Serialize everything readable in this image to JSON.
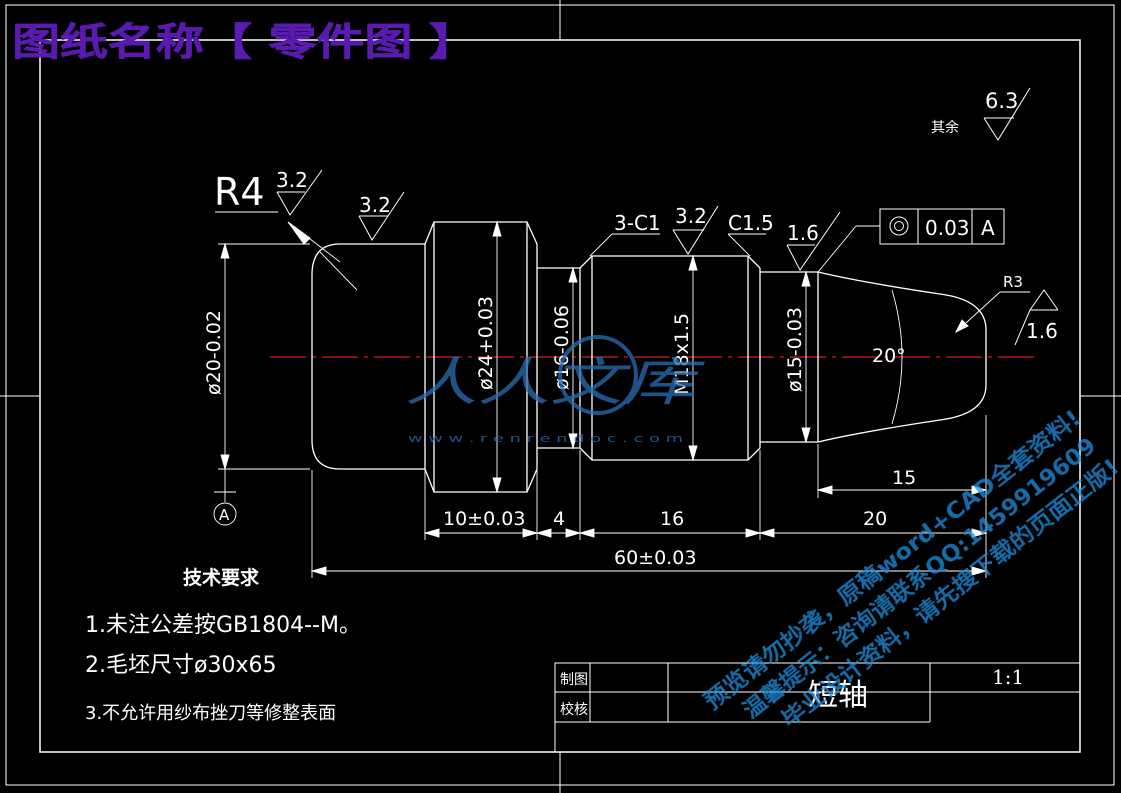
{
  "drawing_title": "图纸名称【 零件图 】",
  "roughness": {
    "other": "其余",
    "other_value": "6.3",
    "r4_surface": "3.2",
    "shoulder": "3.2",
    "thread": "3.2",
    "face": "1.6",
    "taper_end": "1.6"
  },
  "features": {
    "fillet_left": "R4",
    "chamfer_thread": "3-C1",
    "chamfer_face": "C1.5",
    "fillet_right": "R3",
    "angle": "20°"
  },
  "tolerance_frame": {
    "symbol": "◎",
    "value": "0.03",
    "datum": "A"
  },
  "datum_label": "A",
  "diameters": {
    "d20": "ø20-0.02",
    "d24": "ø24+0.03",
    "d16": "ø16-0.06",
    "m18": "M18x1.5",
    "d15": "ø15-0.03"
  },
  "lengths": {
    "l10": "10±0.03",
    "l4": "4",
    "l16": "16",
    "l20": "20",
    "l15": "15",
    "l60": "60±0.03"
  },
  "tech_requirements": {
    "heading": "技术要求",
    "items": [
      "1.未注公差按GB1804--M。",
      "2.毛坯尺寸ø30x65",
      "3.不允许用纱布挫刀等修整表面"
    ]
  },
  "title_block": {
    "drawn_label": "制图",
    "checked_label": "校核",
    "part_name": "短轴",
    "scale": "1:1"
  },
  "watermark": {
    "logo": "人人文库",
    "url": "w w w . r e n r e n d o c . c o m",
    "lines": [
      "预览请勿抄袭，原稿word+CAD全套资料!",
      "温馨提示：咨询请联系QQ:1459919609",
      "毕业设计资料，请先搜下载的页面正版!"
    ]
  }
}
